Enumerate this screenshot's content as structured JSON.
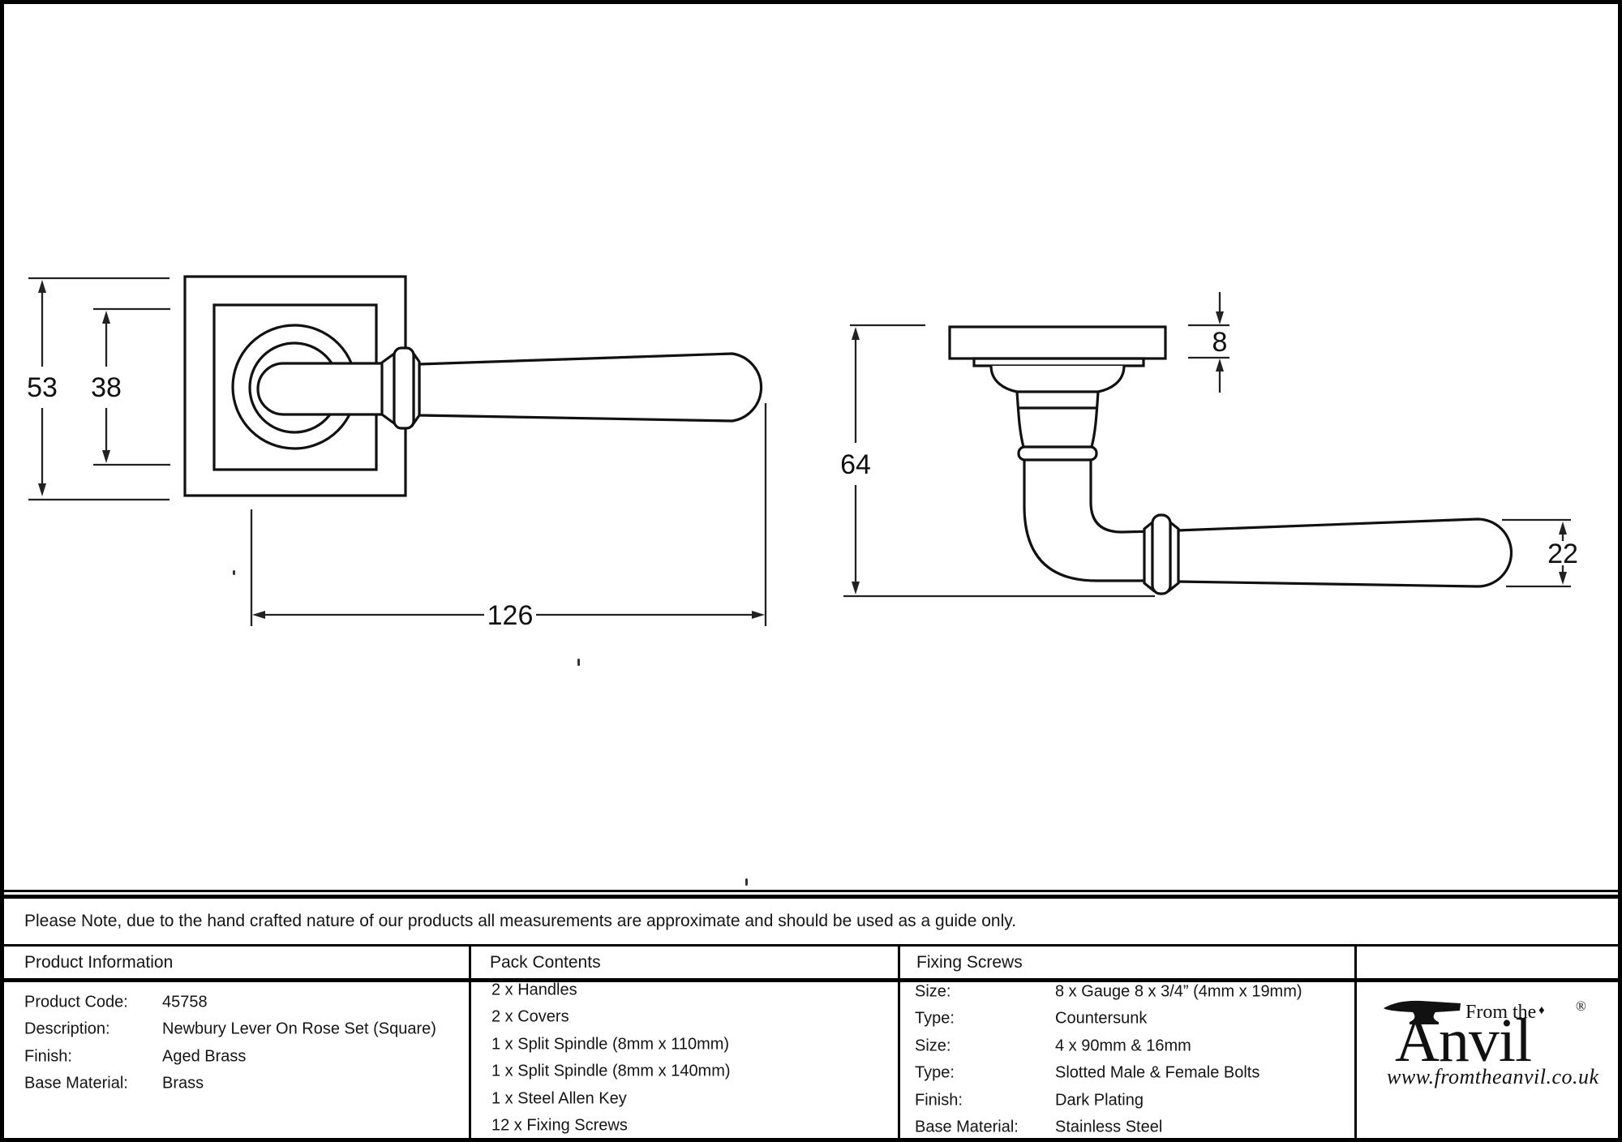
{
  "drawing": {
    "front_view": {
      "dim_rose_outer_height": "53",
      "dim_rose_inner_height": "38",
      "dim_overall_length": "126"
    },
    "side_view": {
      "dim_projection": "64",
      "dim_rose_thickness": "8",
      "dim_lever_diameter": "22"
    }
  },
  "note": {
    "text": "Please Note, due to the hand crafted nature of our products all measurements are approximate and should be used as a guide only."
  },
  "table": {
    "product_information": {
      "header": "Product Information",
      "rows": [
        {
          "label": "Product Code:",
          "value": "45758"
        },
        {
          "label": "Description:",
          "value": "Newbury Lever On Rose Set (Square)"
        },
        {
          "label": "Finish:",
          "value": "Aged Brass"
        },
        {
          "label": "Base Material:",
          "value": "Brass"
        }
      ]
    },
    "pack_contents": {
      "header": "Pack Contents",
      "items": [
        "2 x Handles",
        "2 x Covers",
        "1 x Split Spindle (8mm x 110mm)",
        "1 x Split Spindle (8mm x 140mm)",
        "1 x Steel Allen Key",
        "12 x Fixing Screws"
      ]
    },
    "fixing_screws": {
      "header": "Fixing Screws",
      "rows": [
        {
          "label": "Size:",
          "value": "8 x Gauge 8 x 3/4” (4mm x 19mm)"
        },
        {
          "label": "Type:",
          "value": "Countersunk"
        },
        {
          "label": "Size:",
          "value": "4 x 90mm & 16mm"
        },
        {
          "label": "Type:",
          "value": "Slotted Male & Female Bolts"
        },
        {
          "label": "Finish:",
          "value": "Dark Plating"
        },
        {
          "label": "Base Material:",
          "value": "Stainless Steel"
        }
      ]
    },
    "brand": {
      "from_the": "From the",
      "name": "Anvil",
      "registered": "®",
      "diamond": "♦",
      "website": "www.fromtheanvil.co.uk"
    }
  }
}
